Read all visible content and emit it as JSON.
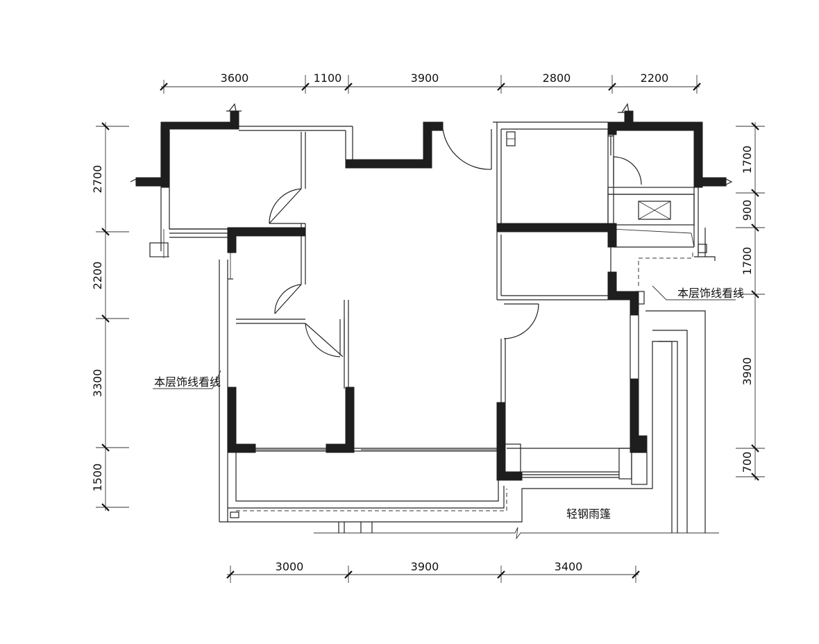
{
  "dimensions": {
    "top": [
      "3600",
      "1100",
      "3900",
      "2800",
      "2200"
    ],
    "bottom": [
      "3000",
      "3900",
      "3400"
    ],
    "left": [
      "2700",
      "2200",
      "3300",
      "1500"
    ],
    "right": [
      "1700",
      "900",
      "1700",
      "3900",
      "700"
    ]
  },
  "annotations": {
    "decor_line_right": "本层饰线看线",
    "decor_line_left": "本层饰线看线",
    "canopy": "轻钢雨篷"
  },
  "colors": {
    "wall": "#1e1e1e",
    "line": "#222222",
    "background": "#ffffff"
  }
}
